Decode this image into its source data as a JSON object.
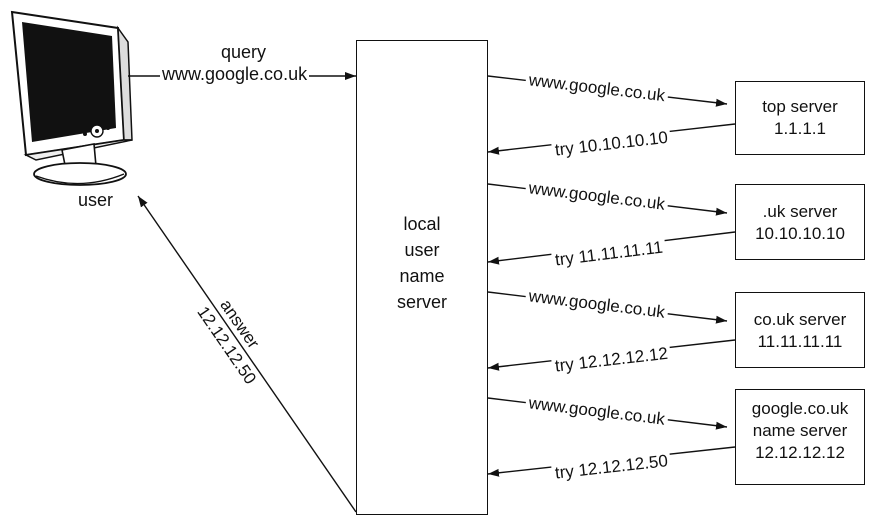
{
  "user": {
    "label": "user",
    "query_line1": "query",
    "query_line2": "www.google.co.uk",
    "answer_line1": "answer",
    "answer_line2": "12.12.12.50"
  },
  "local_server": {
    "lines": [
      "local",
      "user",
      "name",
      "server"
    ]
  },
  "servers": [
    {
      "lines": [
        "top server",
        "1.1.1.1"
      ],
      "query": "www.google.co.uk",
      "reply": "try 10.10.10.10"
    },
    {
      "lines": [
        ".uk server",
        "10.10.10.10"
      ],
      "query": "www.google.co.uk",
      "reply": "try 11.11.11.11"
    },
    {
      "lines": [
        "co.uk server",
        "11.11.11.11"
      ],
      "query": "www.google.co.uk",
      "reply": "try 12.12.12.12"
    },
    {
      "lines": [
        "google.co.uk",
        "name server",
        "12.12.12.12"
      ],
      "query": "www.google.co.uk",
      "reply": "try 12.12.12.50"
    }
  ],
  "icons": {
    "computer": "computer-monitor-icon"
  }
}
